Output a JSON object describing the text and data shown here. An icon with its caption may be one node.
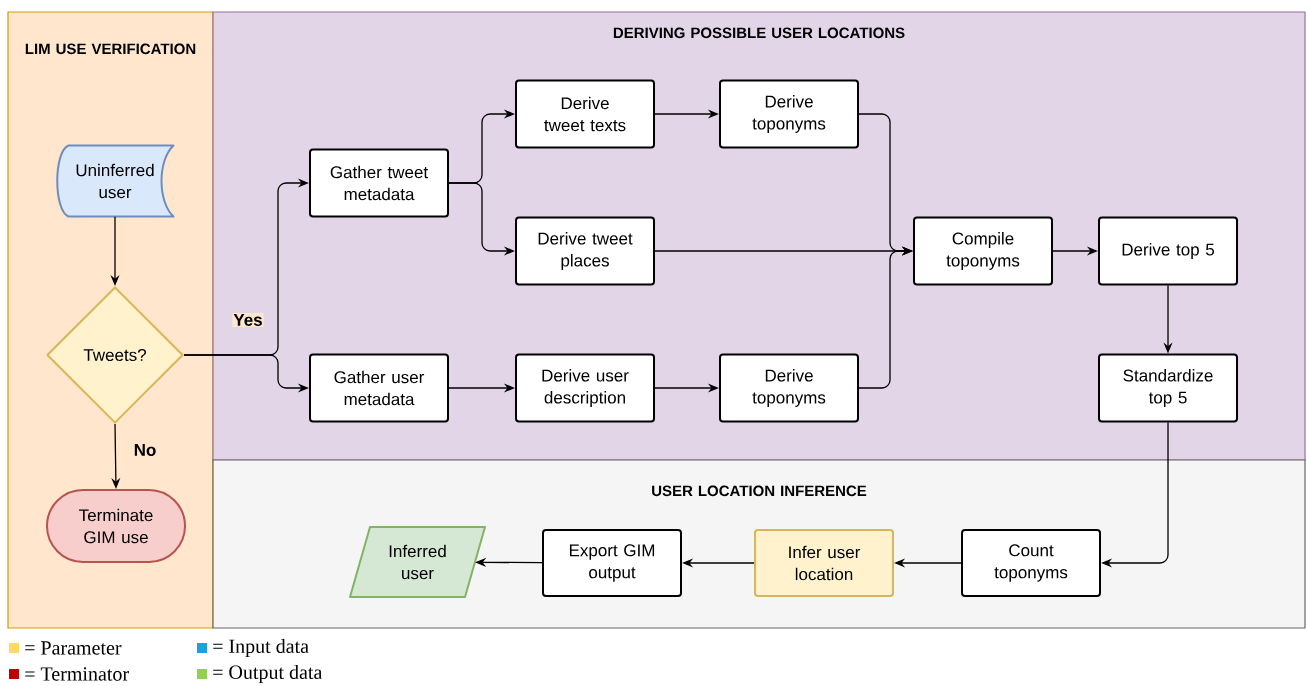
{
  "diagram": {
    "nodes": [
      {
        "text": [
          "LIM USE VERIFICATION"
        ]
      },
      {
        "text": [
          "DERIVING POSSIBLE USER LOCATIONS"
        ]
      },
      {
        "text": [
          "USER LOCATION INFERENCE"
        ]
      },
      {
        "text": [
          "Uninferred user"
        ],
        "in": 0
      },
      {
        "text": [
          "Tweets?"
        ],
        "in": 0
      },
      {
        "text": [
          "Terminate GIM use"
        ],
        "in": 0
      },
      {
        "text": [
          "Gather tweet metadata"
        ],
        "in": 1
      },
      {
        "text": [
          "Gather user metadata"
        ],
        "in": 1
      },
      {
        "text": [
          "Derive tweet texts"
        ],
        "in": 1
      },
      {
        "text": [
          "Derive toponyms"
        ],
        "in": 1
      },
      {
        "text": [
          "Derive tweet places"
        ],
        "in": 1
      },
      {
        "text": [
          "Derive user description"
        ],
        "in": 1
      },
      {
        "text": [
          "Derive toponyms"
        ],
        "in": 1
      },
      {
        "text": [
          "Compile toponyms"
        ],
        "in": 1
      },
      {
        "text": [
          "Derive top 5"
        ],
        "in": 1
      },
      {
        "text": [
          "Standardize top 5"
        ],
        "in": 1
      },
      {
        "text": [
          "Count toponyms"
        ],
        "in": 2
      },
      {
        "text": [
          "Infer user location"
        ],
        "in": 2
      },
      {
        "text": [
          "Export GIM output"
        ],
        "in": 2
      },
      {
        "text": [
          "Inferred user"
        ],
        "in": 2
      }
    ],
    "edges": [
      {
        "from": 3,
        "to": 4,
        "arrow": "to"
      },
      {
        "from": 4,
        "to": 5,
        "arrow": "to",
        "label": "No"
      },
      {
        "from": 4,
        "to": 6,
        "arrow": "to",
        "label": "Yes"
      },
      {
        "from": 4,
        "to": 7,
        "arrow": "to"
      },
      {
        "from": 6,
        "to": 8,
        "arrow": "to"
      },
      {
        "from": 6,
        "to": 10,
        "arrow": "to"
      },
      {
        "from": 8,
        "to": 9,
        "arrow": "to"
      },
      {
        "from": 9,
        "to": 13,
        "arrow": "to"
      },
      {
        "from": 10,
        "to": 13,
        "arrow": "to"
      },
      {
        "from": 12,
        "to": 13,
        "arrow": "to"
      },
      {
        "from": 7,
        "to": 11,
        "arrow": "to"
      },
      {
        "from": 11,
        "to": 12,
        "arrow": "to"
      },
      {
        "from": 13,
        "to": 14,
        "arrow": "to"
      },
      {
        "from": 14,
        "to": 15,
        "arrow": "to"
      },
      {
        "from": 15,
        "to": 16,
        "arrow": "to"
      },
      {
        "from": 16,
        "to": 17,
        "arrow": "to"
      },
      {
        "from": 17,
        "to": 18,
        "arrow": "to"
      },
      {
        "from": 18,
        "to": 19,
        "arrow": "to"
      }
    ],
    "legend": [
      {
        "text": "= Parameter",
        "color": "#ffd966"
      },
      {
        "text": "= Input data",
        "color": "#1ba1e2"
      },
      {
        "text": "= Terminator",
        "color": "#c00000"
      },
      {
        "text": "= Output data",
        "color": "#92d050"
      }
    ]
  }
}
